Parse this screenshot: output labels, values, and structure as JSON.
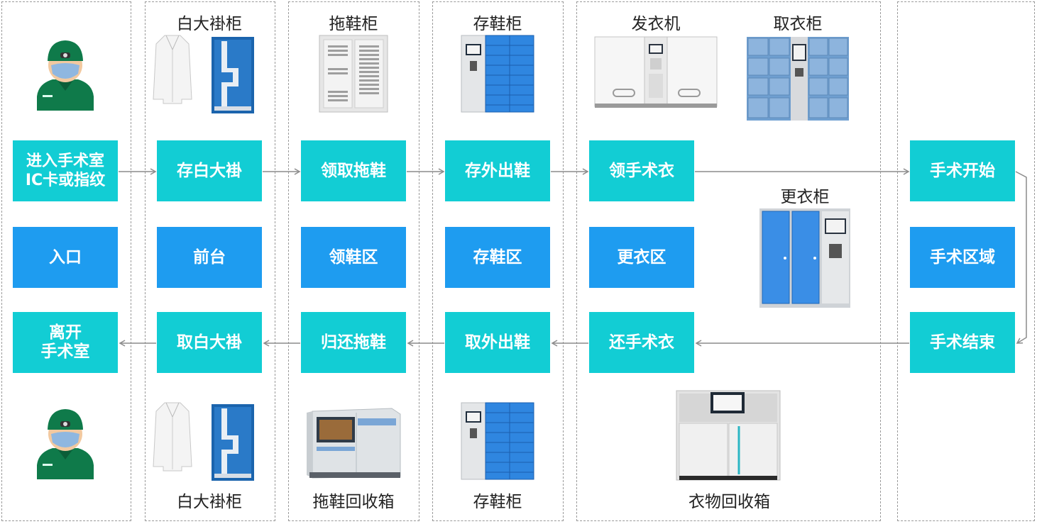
{
  "colors": {
    "teal": "#12cdd4",
    "blue": "#1e9cf0",
    "arrow": "#8c8c8c",
    "dash": "#9a9a9a"
  },
  "steps_top": [
    "进入手术室\nIC卡或指纹",
    "存白大褂",
    "领取拖鞋",
    "存外出鞋",
    "领手术衣",
    "手术开始"
  ],
  "zones": [
    "入口",
    "前台",
    "领鞋区",
    "存鞋区",
    "更衣区",
    "手术区域"
  ],
  "steps_bottom": [
    "离开\n手术室",
    "取白大褂",
    "归还拖鞋",
    "取外出鞋",
    "还手术衣",
    "手术结束"
  ],
  "labels_top": {
    "white_coat_cabinet": "白大褂柜",
    "slipper_cabinet": "拖鞋柜",
    "shoe_cabinet": "存鞋柜",
    "dispenser": "发衣机",
    "pickup_cabinet": "取衣柜",
    "locker": "更衣柜"
  },
  "labels_bottom": {
    "white_coat_cabinet": "白大褂柜",
    "slipper_recycle": "拖鞋回收箱",
    "shoe_cabinet": "存鞋柜",
    "clothes_recycle": "衣物回收箱"
  },
  "icons": [
    "surgeon-icon",
    "white-coat-icon",
    "coat-locker-icon",
    "slipper-cabinet-icon",
    "shoe-locker-icon",
    "gown-dispenser-icon",
    "pickup-cabinet-icon",
    "changing-locker-icon",
    "slipper-recycle-icon",
    "clothes-recycle-icon"
  ]
}
